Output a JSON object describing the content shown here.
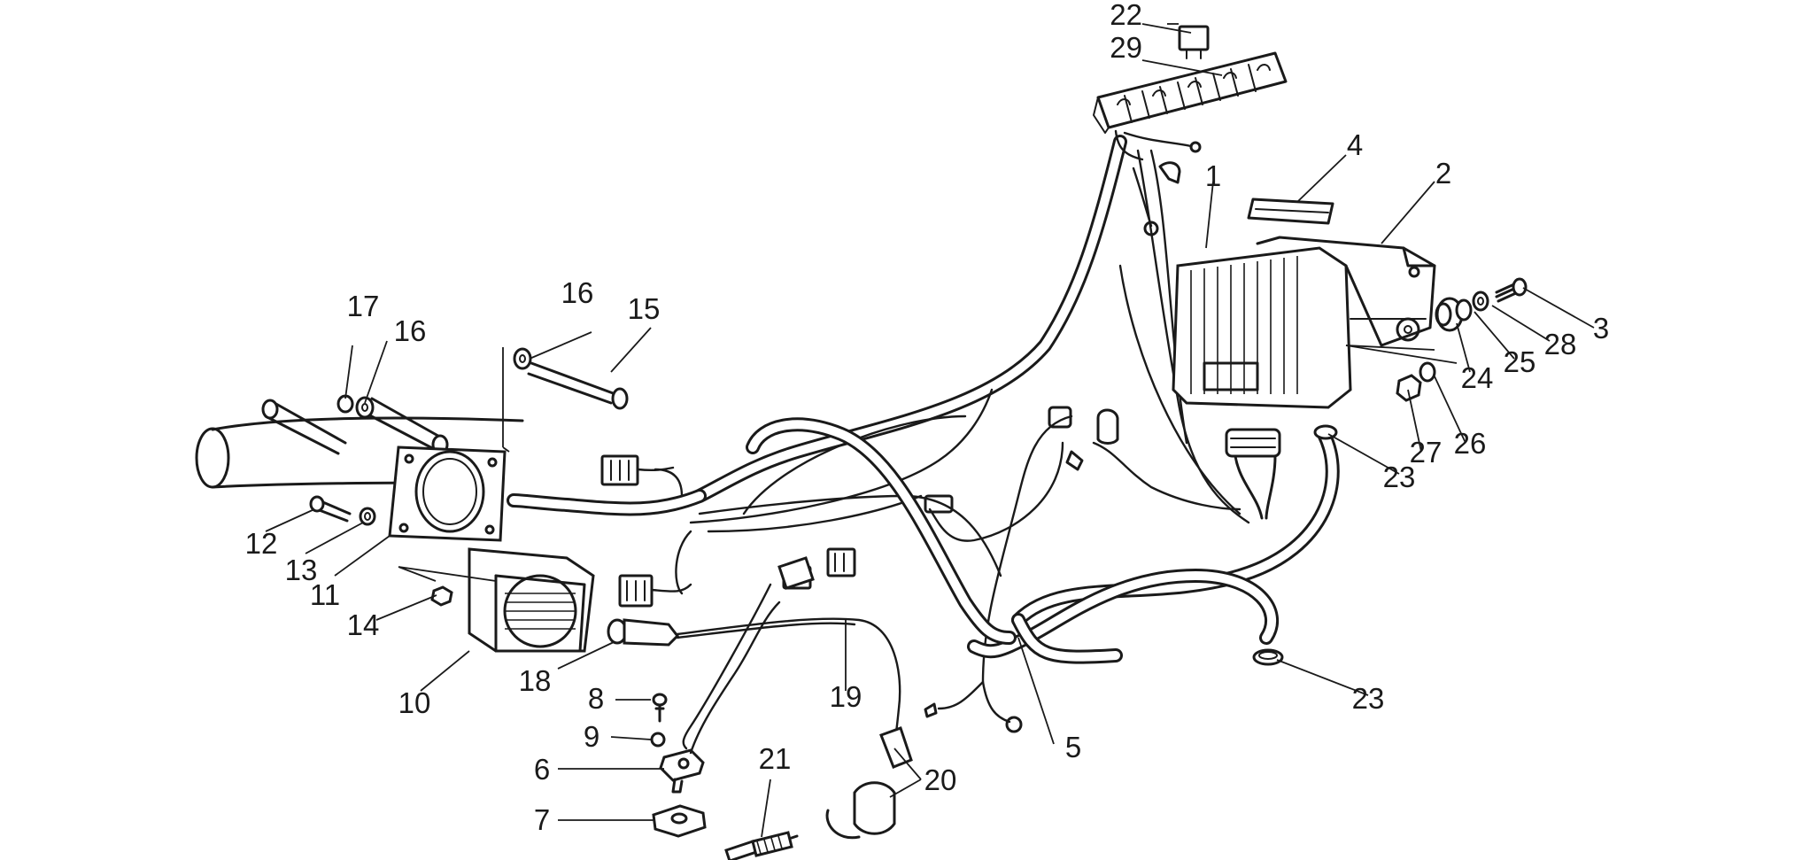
{
  "diagram": {
    "callouts": [
      {
        "id": "c1",
        "label": "1"
      },
      {
        "id": "c2",
        "label": "2"
      },
      {
        "id": "c3",
        "label": "3"
      },
      {
        "id": "c4",
        "label": "4"
      },
      {
        "id": "c5",
        "label": "5"
      },
      {
        "id": "c6",
        "label": "6"
      },
      {
        "id": "c7",
        "label": "7"
      },
      {
        "id": "c8",
        "label": "8"
      },
      {
        "id": "c9",
        "label": "9"
      },
      {
        "id": "c10",
        "label": "10"
      },
      {
        "id": "c11",
        "label": "11"
      },
      {
        "id": "c12",
        "label": "12"
      },
      {
        "id": "c13",
        "label": "13"
      },
      {
        "id": "c14",
        "label": "14"
      },
      {
        "id": "c15",
        "label": "15"
      },
      {
        "id": "c16a",
        "label": "16"
      },
      {
        "id": "c16b",
        "label": "16"
      },
      {
        "id": "c17",
        "label": "17"
      },
      {
        "id": "c18",
        "label": "18"
      },
      {
        "id": "c19",
        "label": "19"
      },
      {
        "id": "c20",
        "label": "20"
      },
      {
        "id": "c21",
        "label": "21"
      },
      {
        "id": "c22",
        "label": "22"
      },
      {
        "id": "c23a",
        "label": "23"
      },
      {
        "id": "c23b",
        "label": "23"
      },
      {
        "id": "c24",
        "label": "24"
      },
      {
        "id": "c25",
        "label": "25"
      },
      {
        "id": "c26",
        "label": "26"
      },
      {
        "id": "c27",
        "label": "27"
      },
      {
        "id": "c28",
        "label": "28"
      },
      {
        "id": "c29",
        "label": "29"
      }
    ]
  }
}
